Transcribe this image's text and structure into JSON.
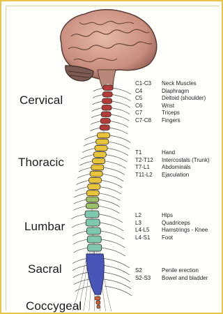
{
  "regions": {
    "cervical": "Cervical",
    "thoracic": "Thoracic",
    "lumbar": "Lumbar",
    "sacral": "Sacral",
    "coccygeal": "Coccygeal"
  },
  "nerve_groups": [
    {
      "region": "cervical",
      "rows": [
        {
          "segment": "C1-C3",
          "function": "Neck Muscles"
        },
        {
          "segment": "C4",
          "function": "Diaphragm"
        },
        {
          "segment": "C5",
          "function": "Deltoid (shoulder)"
        },
        {
          "segment": "C6",
          "function": "Wrist"
        },
        {
          "segment": "C7",
          "function": "Triceps"
        },
        {
          "segment": "C7-C8",
          "function": "Fingers"
        }
      ]
    },
    {
      "region": "thoracic",
      "rows": [
        {
          "segment": "T1",
          "function": "Hand"
        },
        {
          "segment": "T2-T12",
          "function": "Intercostals (Trunk)"
        },
        {
          "segment": "T7-L1",
          "function": "Abdominals"
        },
        {
          "segment": "T11-L2",
          "function": "Ejaculation"
        }
      ]
    },
    {
      "region": "lumbar",
      "rows": [
        {
          "segment": "L2",
          "function": "Hips"
        },
        {
          "segment": "L3",
          "function": "Quadriceps"
        },
        {
          "segment": "L4-L5",
          "function": "Hamstrings - Knee"
        },
        {
          "segment": "L4-S1",
          "function": "Foot"
        }
      ]
    },
    {
      "region": "sacral",
      "rows": [
        {
          "segment": "S2",
          "function": "Penile erection"
        },
        {
          "segment": "S2-S3",
          "function": "Bowel and bladder"
        }
      ]
    }
  ],
  "colors": {
    "frame": "#e6c548",
    "cervical": "#b23a3a",
    "thoracic": "#e8c43a",
    "transition": "#9bbf6a",
    "lumbar": "#7ec8b0",
    "sacral": "#4a55b8",
    "coccygeal": "#d2603a",
    "brain": "#c98e7f",
    "nerve": "#555555"
  }
}
